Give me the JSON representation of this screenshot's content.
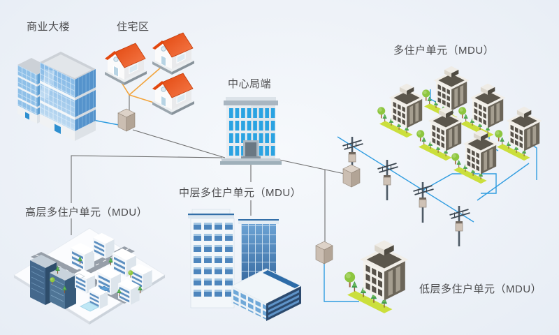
{
  "palette": {
    "background": "#eef2f8",
    "fiber_blue": "#2f9ce0",
    "drop_orange": "#f2a43c",
    "line_gray": "#6d6d6d",
    "label_color": "#4c4c4e"
  },
  "labels": {
    "commercial_building": "商业大楼",
    "residential_area": "住宅区",
    "central_office": "中心局端",
    "mdu_cluster": "多住户单元（MDU）",
    "highrise_mdu": "高层多住户单元（MDU）",
    "midrise_mdu": "中层多住户单元（MDU）",
    "lowrise_mdu": "低层多住户单元（MDU）"
  }
}
